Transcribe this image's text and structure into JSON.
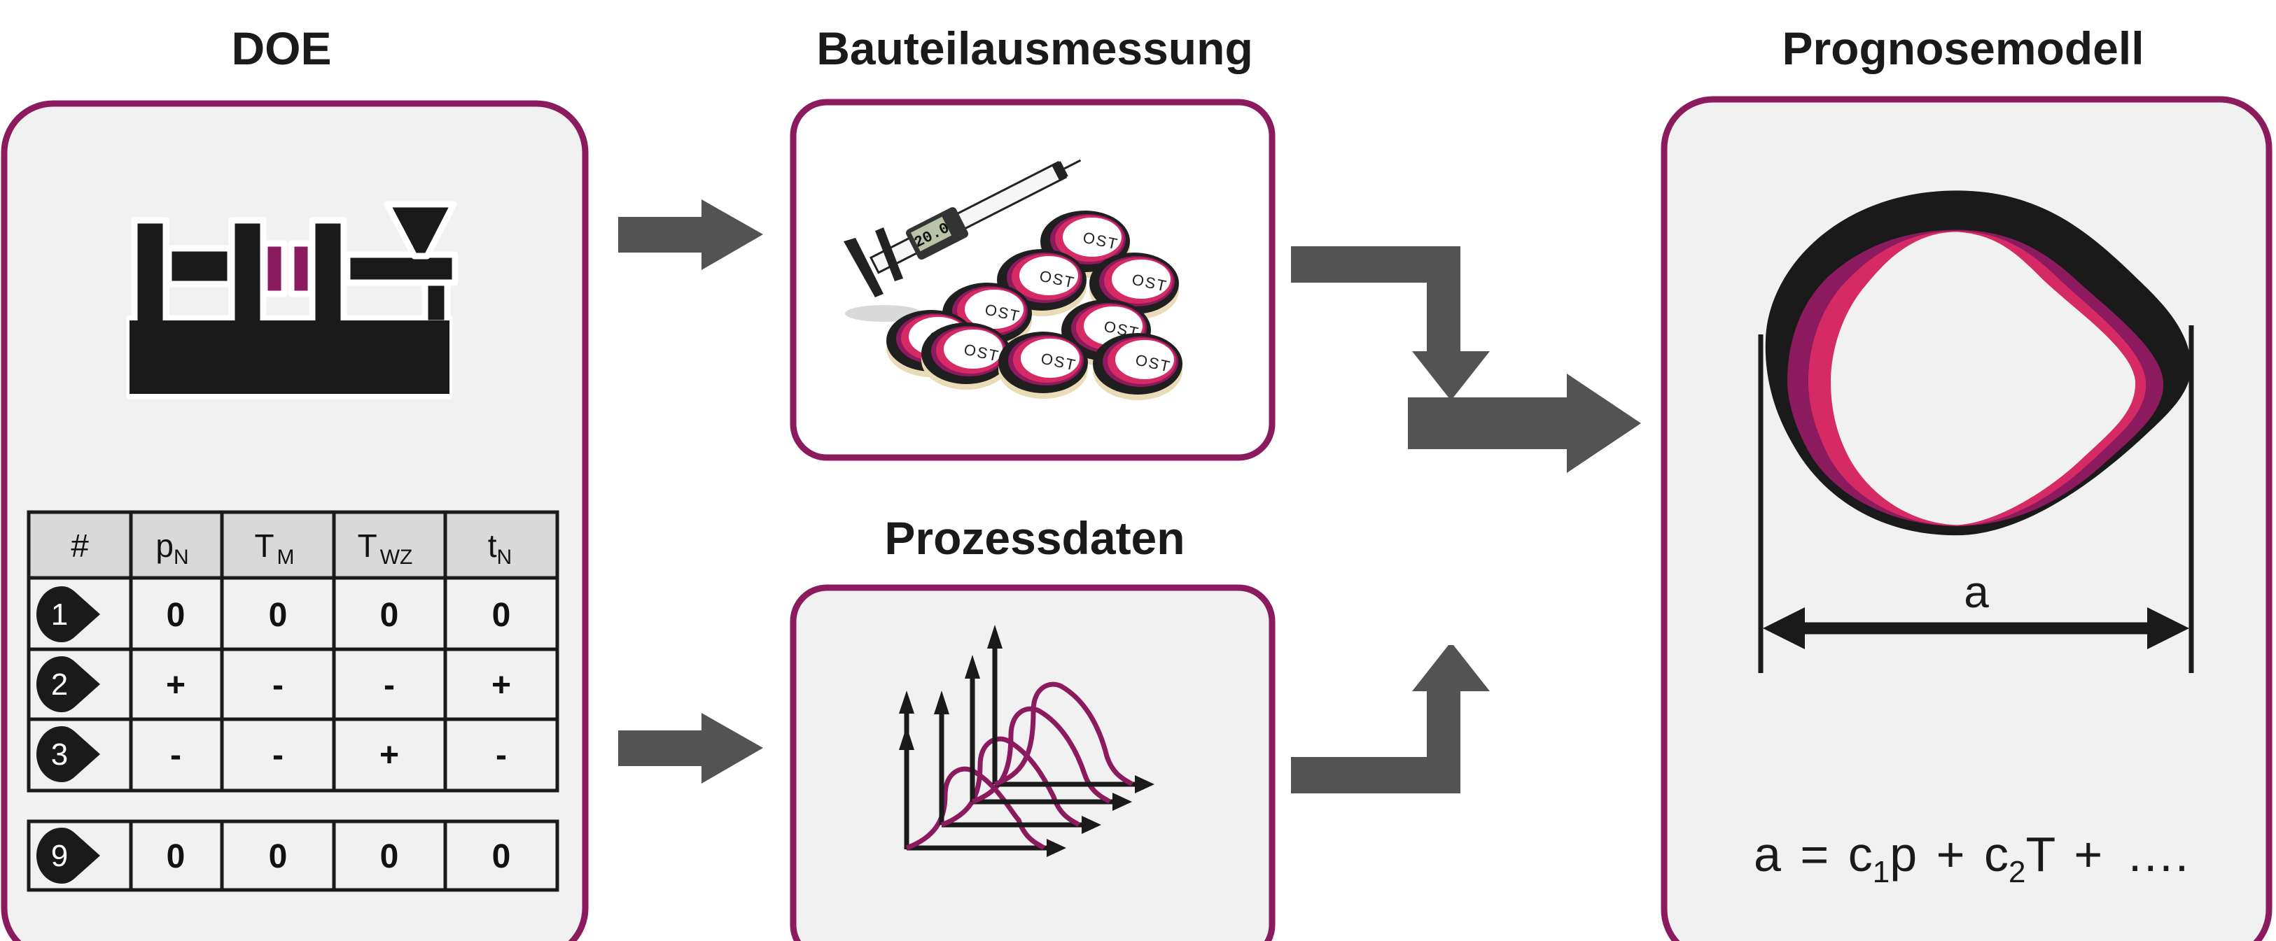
{
  "colors": {
    "accent": "#8b1a5e",
    "pink": "#d62a64",
    "arrow": "#535353",
    "ink": "#1a1a1a",
    "panel": "#f1f1f1",
    "panel_white": "#ffffff"
  },
  "panels": {
    "doe": {
      "title": "DOE",
      "icon": "injection-molding-machine-icon"
    },
    "measurement": {
      "title": "Bauteilausmessung",
      "icon": "caliper-and-parts-photo",
      "caliper_display": "20.0",
      "part_label": "OST"
    },
    "process_data": {
      "title": "Prozessdaten",
      "icon": "process-curves-icon"
    },
    "model": {
      "title": "Prognosemodell",
      "dimension_label": "a",
      "equation": {
        "lhs": "a",
        "eq": "=",
        "c1": "c",
        "c1_sub": "1",
        "v1": "p",
        "plus1": "+",
        "c2": "c",
        "c2_sub": "2",
        "v2": "T",
        "plus2": "+",
        "ellipsis": "…."
      }
    }
  },
  "doe_table": {
    "headers": [
      {
        "main": "#",
        "sub": ""
      },
      {
        "main": "p",
        "sub": "N"
      },
      {
        "main": "T",
        "sub": "M"
      },
      {
        "main": "T",
        "sub": "WZ"
      },
      {
        "main": "t",
        "sub": "N"
      }
    ],
    "rows": [
      {
        "run": "1",
        "values": [
          "0",
          "0",
          "0",
          "0"
        ]
      },
      {
        "run": "2",
        "values": [
          "+",
          "-",
          "-",
          "+"
        ]
      },
      {
        "run": "3",
        "values": [
          "-",
          "-",
          "+",
          "-"
        ]
      }
    ],
    "last_row": {
      "run": "9",
      "values": [
        "0",
        "0",
        "0",
        "0"
      ]
    }
  }
}
